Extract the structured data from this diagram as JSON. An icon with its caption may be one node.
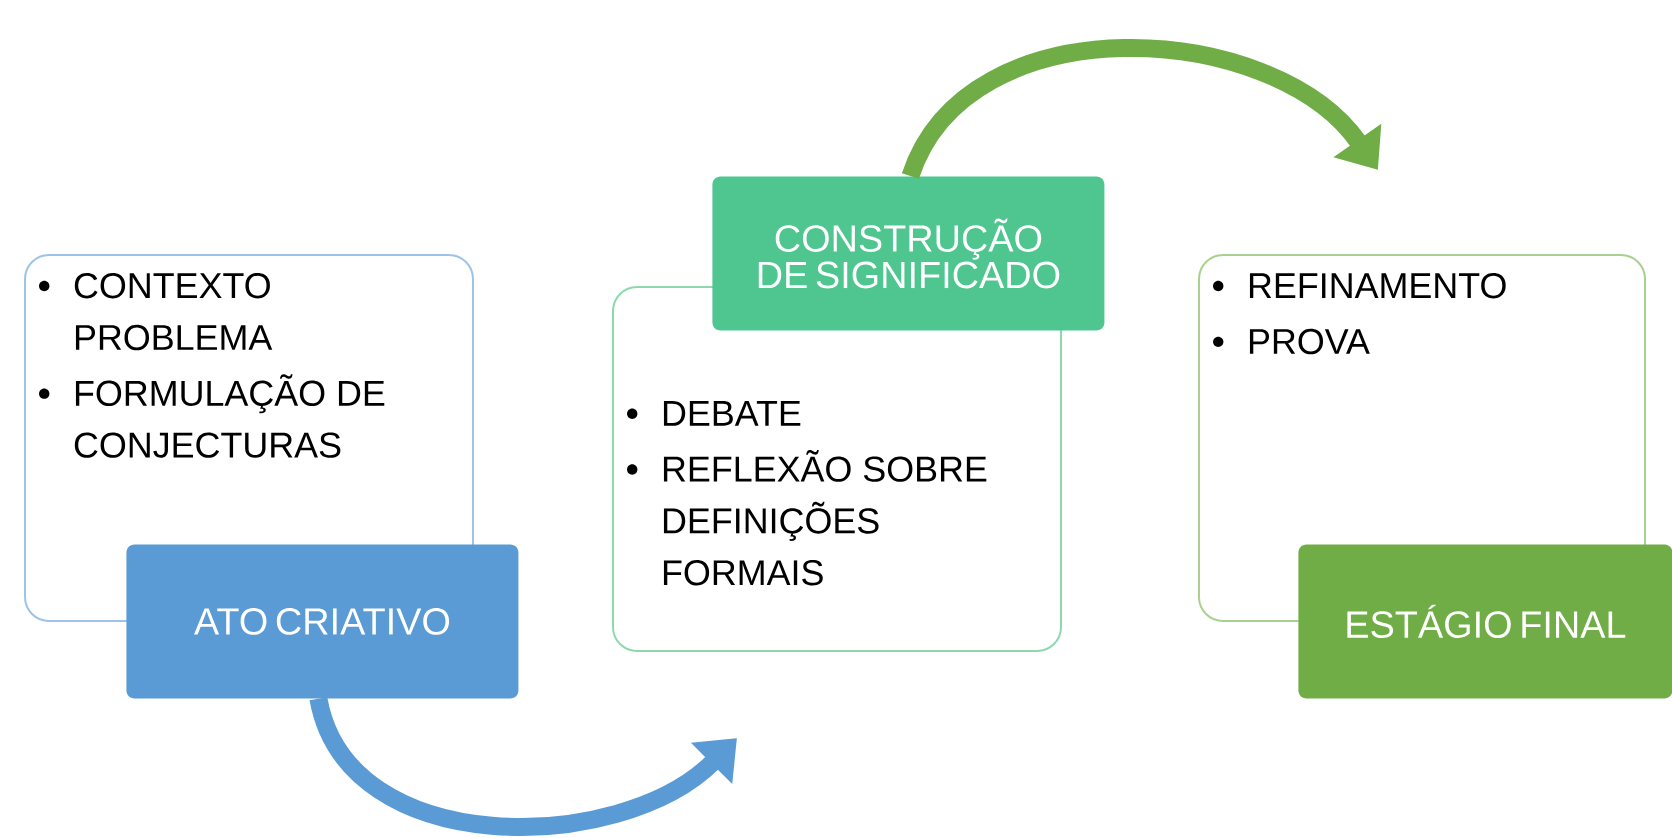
{
  "diagram": {
    "nodes": [
      {
        "text": [
          "CONTEXTO PROBLEMA",
          "FORMULAÇÃO DE CONJECTURAS"
        ]
      },
      {
        "text": [
          "ATO CRIATIVO"
        ]
      },
      {
        "text": [
          "DEBATE",
          "REFLEXÃO SOBRE DEFINIÇÕES FORMAIS"
        ]
      },
      {
        "text": [
          "CONSTRUÇÃO DE SIGNIFICADO"
        ]
      },
      {
        "text": [
          "REFINAMENTO",
          "PROVA"
        ]
      },
      {
        "text": [
          "ESTÁGIO FINAL"
        ]
      }
    ],
    "edges": [
      {
        "from": 1,
        "to": 2,
        "arrow": "to",
        "color": "#5b9bd5"
      },
      {
        "from": 3,
        "to": 4,
        "arrow": "to",
        "color": "#70ad47"
      }
    ]
  }
}
